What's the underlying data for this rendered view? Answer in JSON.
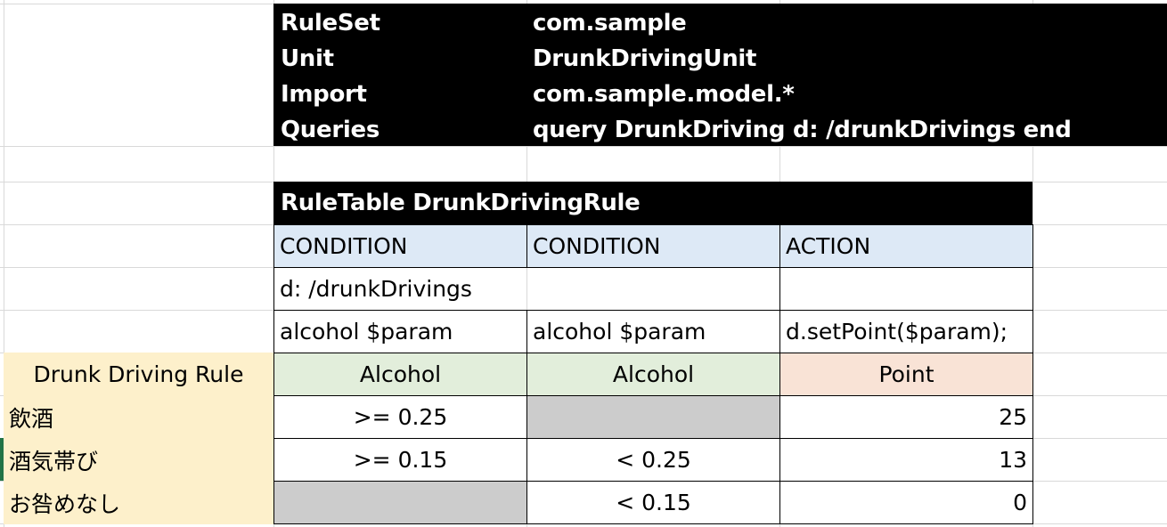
{
  "header": {
    "rows": [
      {
        "key": "RuleSet",
        "value": "com.sample"
      },
      {
        "key": "Unit",
        "value": "DrunkDrivingUnit"
      },
      {
        "key": "Import",
        "value": "com.sample.model.*"
      },
      {
        "key": "Queries",
        "value": "query DrunkDriving d: /drunkDrivings end"
      }
    ]
  },
  "ruletable": {
    "title": "RuleTable DrunkDrivingRule",
    "column_types": [
      "CONDITION",
      "CONDITION",
      "ACTION"
    ],
    "object_pattern": "d: /drunkDrivings",
    "templates": [
      "alcohol $param",
      "alcohol $param",
      "d.setPoint($param);"
    ],
    "row_label_header": "Drunk Driving Rule",
    "column_labels": [
      "Alcohol",
      "Alcohol",
      "Point"
    ],
    "rows": [
      {
        "label": "飲酒",
        "cond1": ">= 0.25",
        "cond2": "",
        "point": "25"
      },
      {
        "label": "酒気帯び",
        "cond1": ">= 0.15",
        "cond2": "<  0.25",
        "point": "13"
      },
      {
        "label": "お咎めなし",
        "cond1": "",
        "cond2": "< 0.15",
        "point": "0"
      }
    ]
  },
  "colors": {
    "header_bg": "#000000",
    "condition_header_bg": "#dde9f6",
    "label_green": "#e2eedb",
    "label_peach": "#f9e3d6",
    "row_label_cream": "#fdf0cb",
    "empty_cell_grey": "#cccccc"
  }
}
